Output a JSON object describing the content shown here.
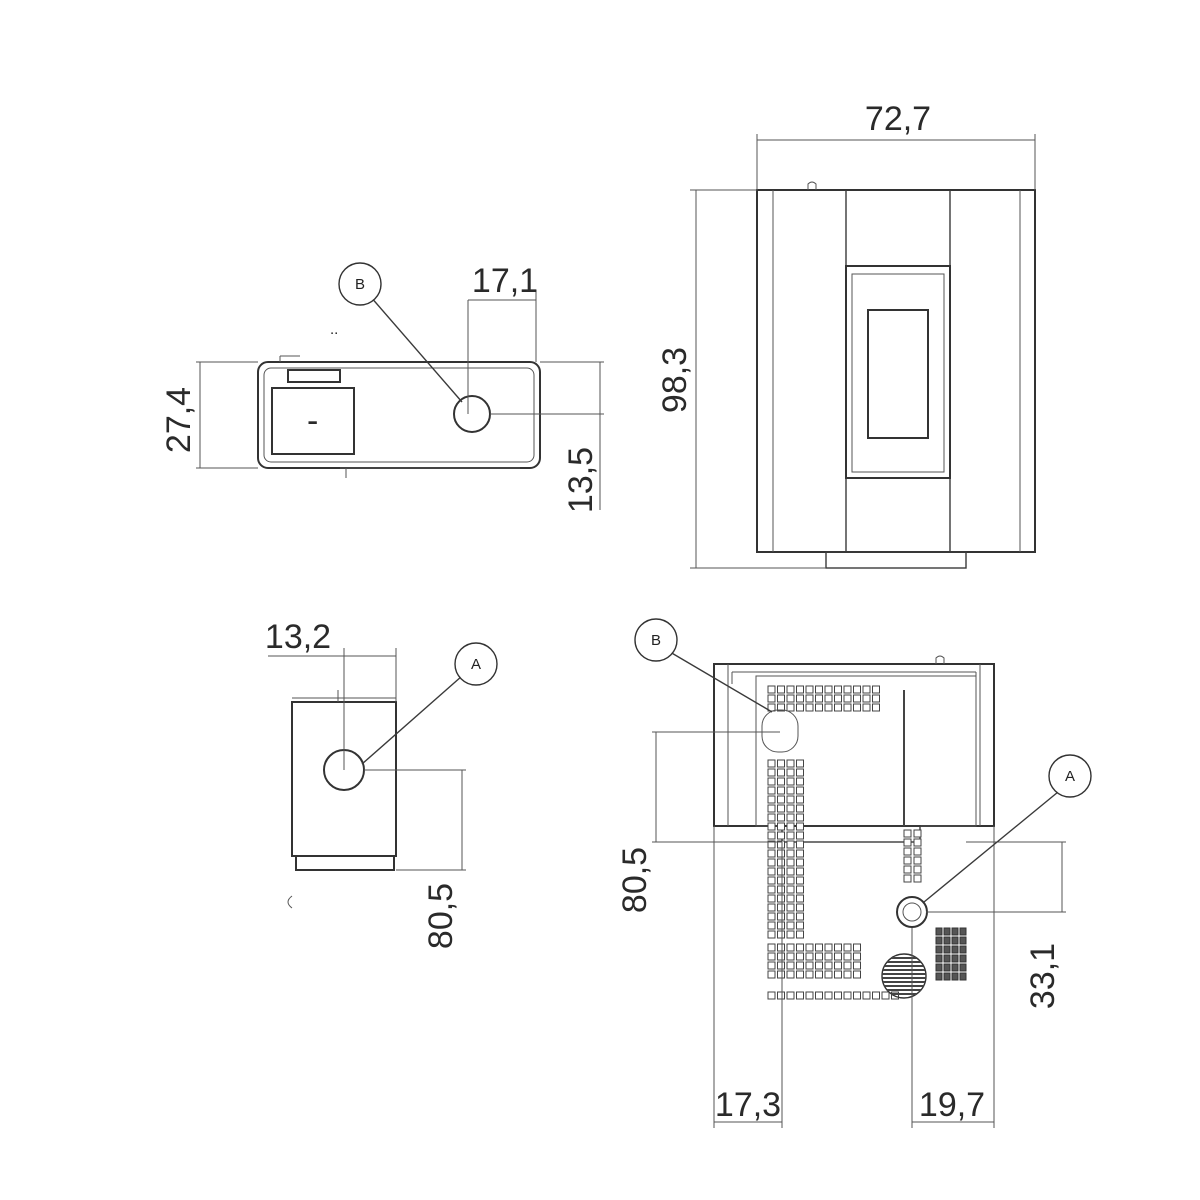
{
  "dimensions": {
    "width_front": "72,7",
    "height_front": "98,3",
    "top_depth": "27,4",
    "top_outlet_offset_x": "17,1",
    "top_outlet_offset_y": "13,5",
    "side_outlet_offset": "13,2",
    "side_outlet_height": "80,5",
    "rear_outlet_b_height": "80,5",
    "rear_outlet_a_height": "33,1",
    "rear_left_offset": "17,3",
    "rear_right_offset": "19,7"
  },
  "callouts": {
    "top_b": "B",
    "side_a": "A",
    "rear_b": "B",
    "rear_a": "A"
  },
  "top_view": {
    "panel_mark": "-",
    "dots": ".."
  },
  "colors": {
    "line": "#3a3a3a",
    "background": "#ffffff"
  }
}
